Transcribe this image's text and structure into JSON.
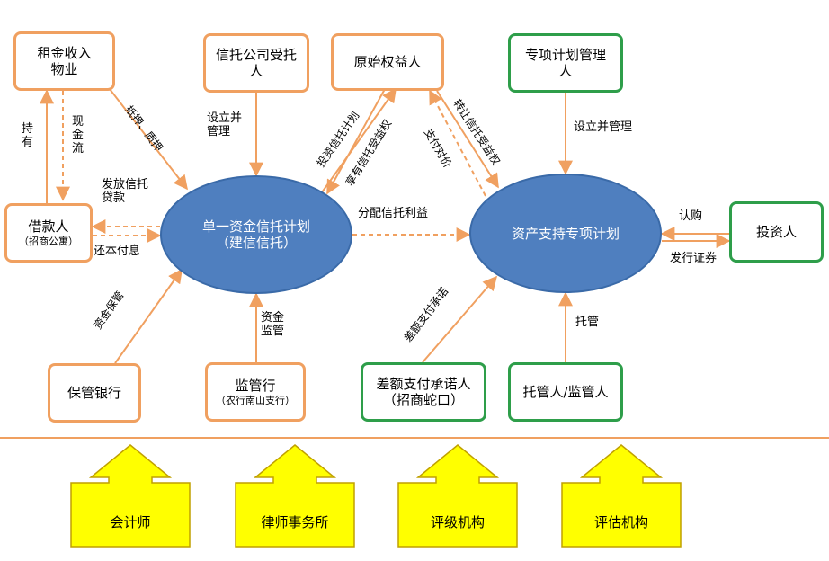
{
  "nodes": {
    "rent_property": "租金收入\n物业",
    "trust_entrusted": "信托公司受托\n人",
    "original_beneficiary": "原始权益人",
    "plan_manager": "专项计划管理\n人",
    "borrower": "借款人",
    "borrower_sub": "（招商公寓）",
    "trust_plan": "单一资金信托计划\n（建信信托）",
    "abs_plan": "资产支持专项计划",
    "investor": "投资人",
    "custodian_bank": "保管银行",
    "supervisor_bank": "监管行",
    "supervisor_bank_sub": "（农行南山支行）",
    "shortfall_guarantor": "差额支付承诺人\n（招商蛇口）",
    "custodian_supervisor": "托管人/监管人"
  },
  "edges": {
    "hold": "持\n有",
    "cash_flow": "现\n金\n流",
    "mortgage_pledge": "抵押、质押",
    "establish_manage_trust": "设立并\n管理",
    "invest_trust_plan": "投资信托计划",
    "enjoy_trust_beneficiary": "享有信托受益权",
    "pay_consideration": "支付对价",
    "transfer_trust_beneficiary": "转让信托受益权",
    "establish_manage_plan": "设立并管理",
    "issue_loan": "发放信托\n贷款",
    "repay": "还本付息",
    "distribute_trust_income": "分配信托利益",
    "subscribe": "认购",
    "issue_securities": "发行证券",
    "fund_custody": "资金保管",
    "fund_supervision": "资金\n监管",
    "shortfall_commitment": "差额支付承诺",
    "custody": "托管"
  },
  "bottom": {
    "accountant": "会计师",
    "law_firm": "律师事务所",
    "rating_agency": "评级机构",
    "appraisal_agency": "评估机构"
  },
  "colors": {
    "orange_border": "#f0a060",
    "green_border": "#2e9e4a",
    "ellipse_fill": "#4f7fbf",
    "arrow_fill": "#ffff00"
  }
}
